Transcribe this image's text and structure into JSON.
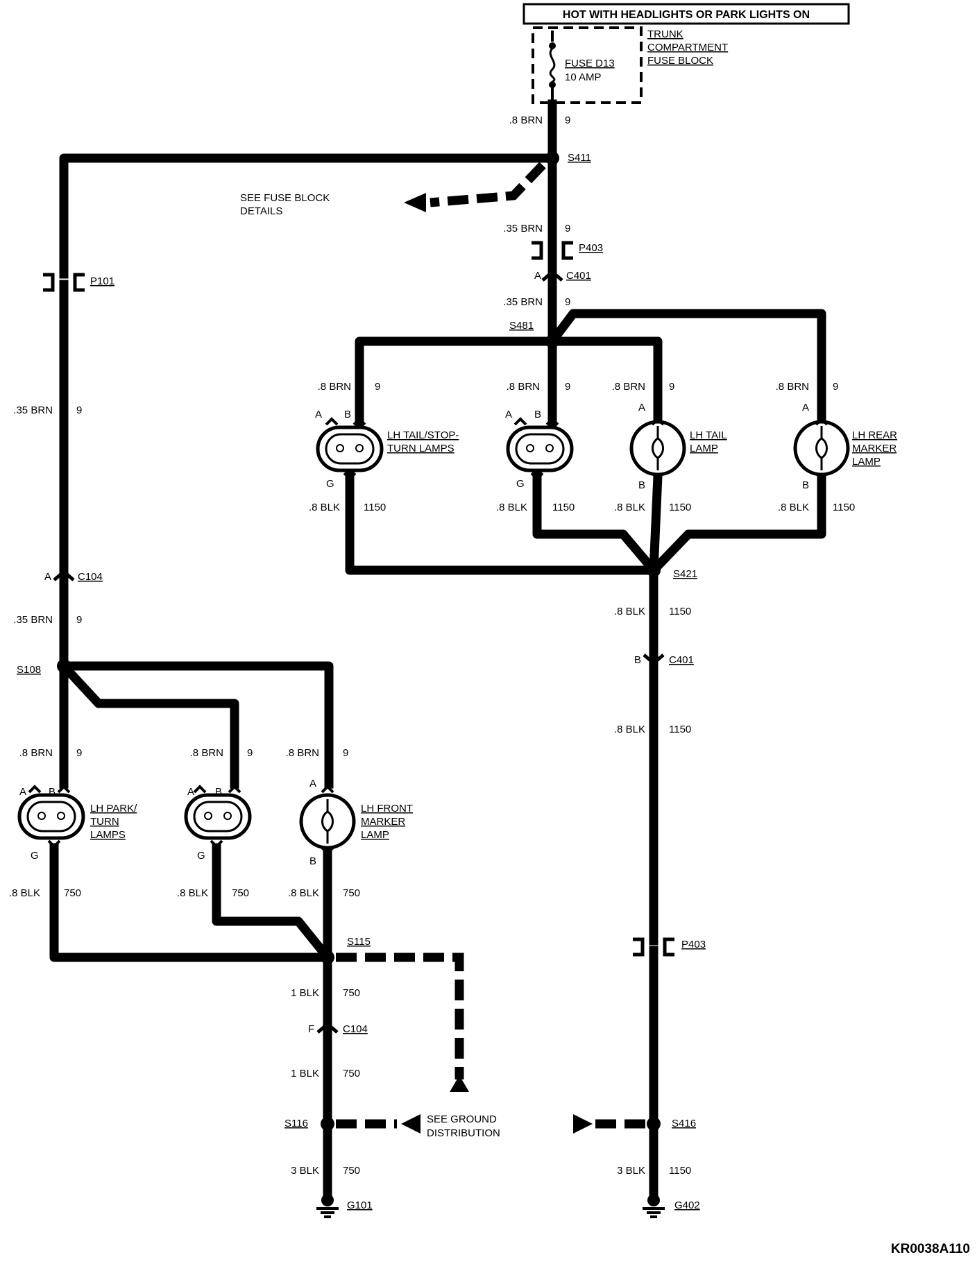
{
  "header": {
    "note": "HOT WITH HEADLIGHTS OR PARK LIGHTS ON"
  },
  "fuse_block": {
    "name_line1": "TRUNK",
    "name_line2": "COMPARTMENT",
    "name_line3": "FUSE BLOCK",
    "fuse_name": "FUSE D13",
    "fuse_rating": "10 AMP"
  },
  "references": {
    "fuse_block_details_line1": "SEE FUSE BLOCK",
    "fuse_block_details_line2": "DETAILS",
    "ground_distribution_line1": "SEE GROUND",
    "ground_distribution_line2": "DISTRIBUTION"
  },
  "splices": {
    "s411": "S411",
    "s481": "S481",
    "s421": "S421",
    "s108": "S108",
    "s115": "S115",
    "s116": "S116",
    "s416": "S416"
  },
  "connectors": {
    "p403_top": "P403",
    "c401_top": "C401",
    "c401_top_pin": "A",
    "p101": "P101",
    "c104_top": "C104",
    "c104_top_pin": "A",
    "c401_bottom": "C401",
    "c401_bottom_pin": "B",
    "c104_bottom": "C104",
    "c104_bottom_pin": "F",
    "p403_bottom": "P403"
  },
  "grounds": {
    "g101": "G101",
    "g402": "G402"
  },
  "wires": {
    "w_fuse_s411": {
      "size": ".8 BRN",
      "circuit": "9"
    },
    "w_s411_p403": {
      "size": ".35 BRN",
      "circuit": "9"
    },
    "w_c401_s481": {
      "size": ".35 BRN",
      "circuit": "9"
    },
    "w_left_trunk": {
      "size": ".35 BRN",
      "circuit": "9"
    },
    "w_c104_s108": {
      "size": ".35 BRN",
      "circuit": "9"
    },
    "w_rear1_in": {
      "size": ".8 BRN",
      "circuit": "9"
    },
    "w_rear2_in": {
      "size": ".8 BRN",
      "circuit": "9"
    },
    "w_rear3_in": {
      "size": ".8 BRN",
      "circuit": "9"
    },
    "w_rear4_in": {
      "size": ".8 BRN",
      "circuit": "9"
    },
    "w_rear1_out": {
      "size": ".8 BLK",
      "circuit": "1150"
    },
    "w_rear2_out": {
      "size": ".8 BLK",
      "circuit": "1150"
    },
    "w_rear3_out": {
      "size": ".8 BLK",
      "circuit": "1150"
    },
    "w_rear4_out": {
      "size": ".8 BLK",
      "circuit": "1150"
    },
    "w_s421_c401": {
      "size": ".8 BLK",
      "circuit": "1150"
    },
    "w_c401_g402": {
      "size": ".8 BLK",
      "circuit": "1150"
    },
    "w_s416_g402": {
      "size": "3 BLK",
      "circuit": "1150"
    },
    "w_front1_in": {
      "size": ".8 BRN",
      "circuit": "9"
    },
    "w_front2_in": {
      "size": ".8 BRN",
      "circuit": "9"
    },
    "w_front3_in": {
      "size": ".8 BRN",
      "circuit": "9"
    },
    "w_front1_out": {
      "size": ".8 BLK",
      "circuit": "750"
    },
    "w_front2_out": {
      "size": ".8 BLK",
      "circuit": "750"
    },
    "w_front3_out": {
      "size": ".8 BLK",
      "circuit": "750"
    },
    "w_s115_c104": {
      "size": "1 BLK",
      "circuit": "750"
    },
    "w_c104_s116": {
      "size": "1 BLK",
      "circuit": "750"
    },
    "w_s116_g101": {
      "size": "3 BLK",
      "circuit": "750"
    }
  },
  "lamps": {
    "lh_tail_stop_turn": {
      "line1": "LH TAIL/STOP-",
      "line2": "TURN LAMPS",
      "pin_a": "A",
      "pin_b": "B",
      "pin_g": "G"
    },
    "lh_tail_stop_turn_2": {
      "pin_a": "A",
      "pin_b": "B",
      "pin_g": "G"
    },
    "lh_tail": {
      "line1": "LH TAIL",
      "line2": "LAMP",
      "pin_a": "A",
      "pin_b": "B"
    },
    "lh_rear_marker": {
      "line1": "LH REAR",
      "line2": "MARKER",
      "line3": "LAMP",
      "pin_a": "A",
      "pin_b": "B"
    },
    "lh_park_turn": {
      "line1": "LH PARK/",
      "line2": "TURN",
      "line3": "LAMPS",
      "pin_a": "A",
      "pin_b": "B",
      "pin_g": "G"
    },
    "lh_park_turn_2": {
      "pin_a": "A",
      "pin_b": "B",
      "pin_g": "G"
    },
    "lh_front_marker": {
      "line1": "LH FRONT",
      "line2": "MARKER",
      "line3": "LAMP",
      "pin_a": "A",
      "pin_b": "B"
    }
  },
  "footer": {
    "code": "KR0038A110"
  }
}
